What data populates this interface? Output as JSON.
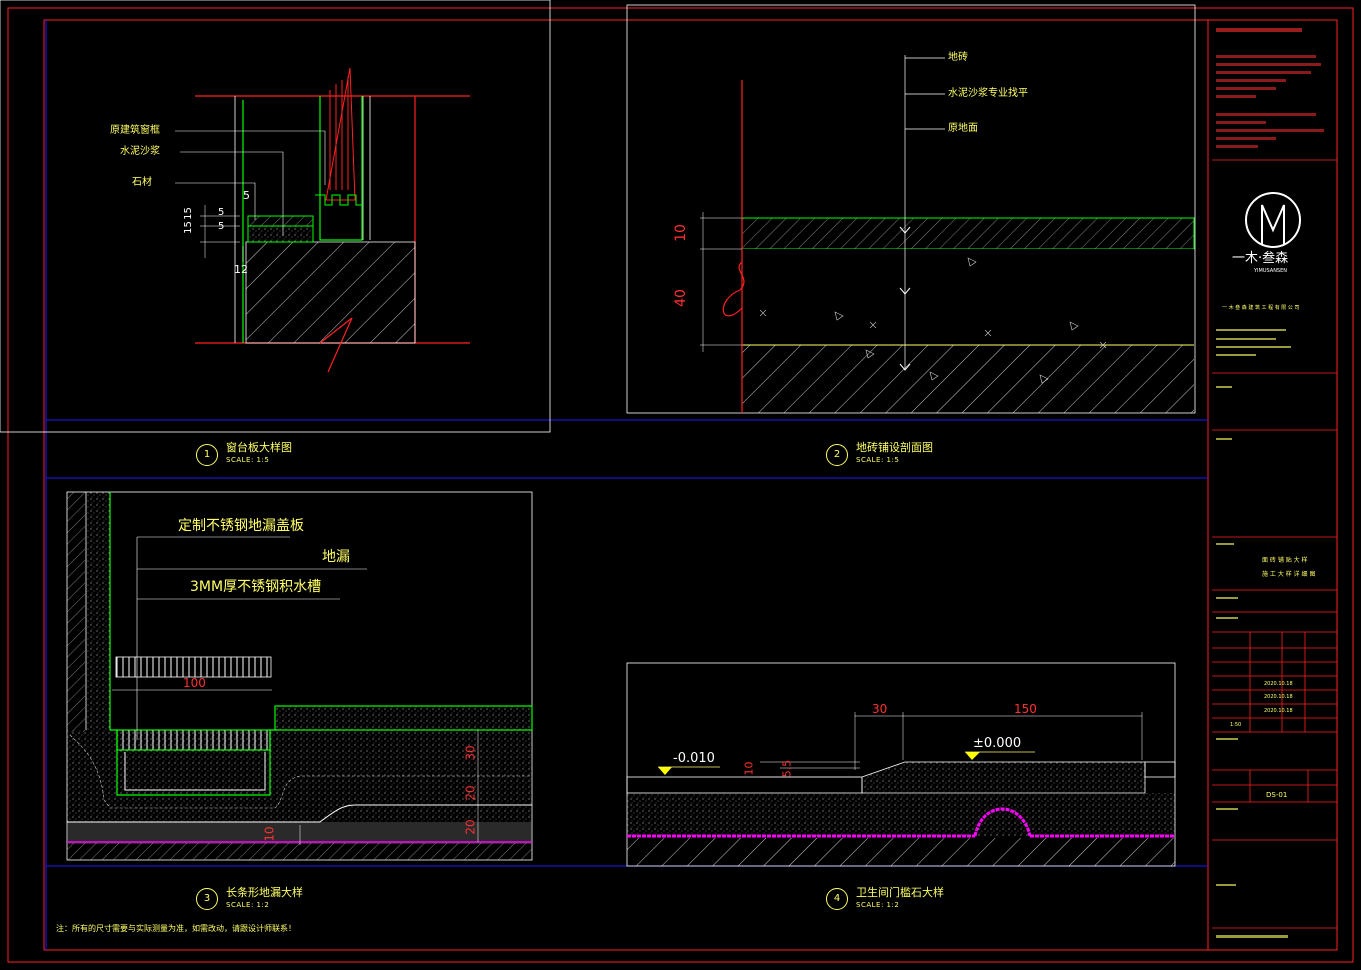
{
  "detail1": {
    "labels": [
      "原建筑窗框",
      "水泥沙浆",
      "石材"
    ],
    "dims": [
      "5",
      "15",
      "15",
      "5",
      "5",
      "12"
    ],
    "title": "窗台板大样图",
    "num": "1",
    "scale": "SCALE:   1:5"
  },
  "detail2": {
    "labels": [
      "地砖",
      "水泥沙浆专业找平",
      "原地面"
    ],
    "dims": [
      "10",
      "40"
    ],
    "title": "地砖铺设剖面图",
    "num": "2",
    "scale": "SCALE:   1:5"
  },
  "detail3": {
    "labels": [
      "定制不锈钢地漏盖板",
      "地漏",
      "3MM厚不锈钢积水槽"
    ],
    "dims": [
      "100",
      "30",
      "20",
      "20",
      "10"
    ],
    "title": "长条形地漏大样",
    "num": "3",
    "scale": "SCALE:   1:2"
  },
  "detail4": {
    "levels": [
      "-0.010",
      "±0.000"
    ],
    "dims": [
      "30",
      "150",
      "10",
      "5.5"
    ],
    "title": "卫生间门槛石大样",
    "num": "4",
    "scale": "SCALE:   1:2"
  },
  "note": "注：所有的尺寸需要与实际测量为准，如需改动，请跟设计师联系！",
  "titleblock": {
    "logo_text": "一木·叁森",
    "logo_sub": "YIMUSANSEN",
    "company": "一 木 叁 森   建 筑 工 程 有 限 公 司",
    "drawing_title_1": "面 砖 铺 贴 大 样",
    "drawing_title_2": "施 工 大 样 详 细 图",
    "sheet_no": "DS-01",
    "scale_value": "1:50",
    "dates": [
      "2020.10.18",
      "2020.10.18",
      "2020.10.18"
    ]
  },
  "colors": {
    "outline": "#ff2020",
    "green": "#00ff00",
    "yellow": "#ffff66",
    "blue": "#1a1aff",
    "magenta": "#ff00ff",
    "white": "#ffffff"
  }
}
